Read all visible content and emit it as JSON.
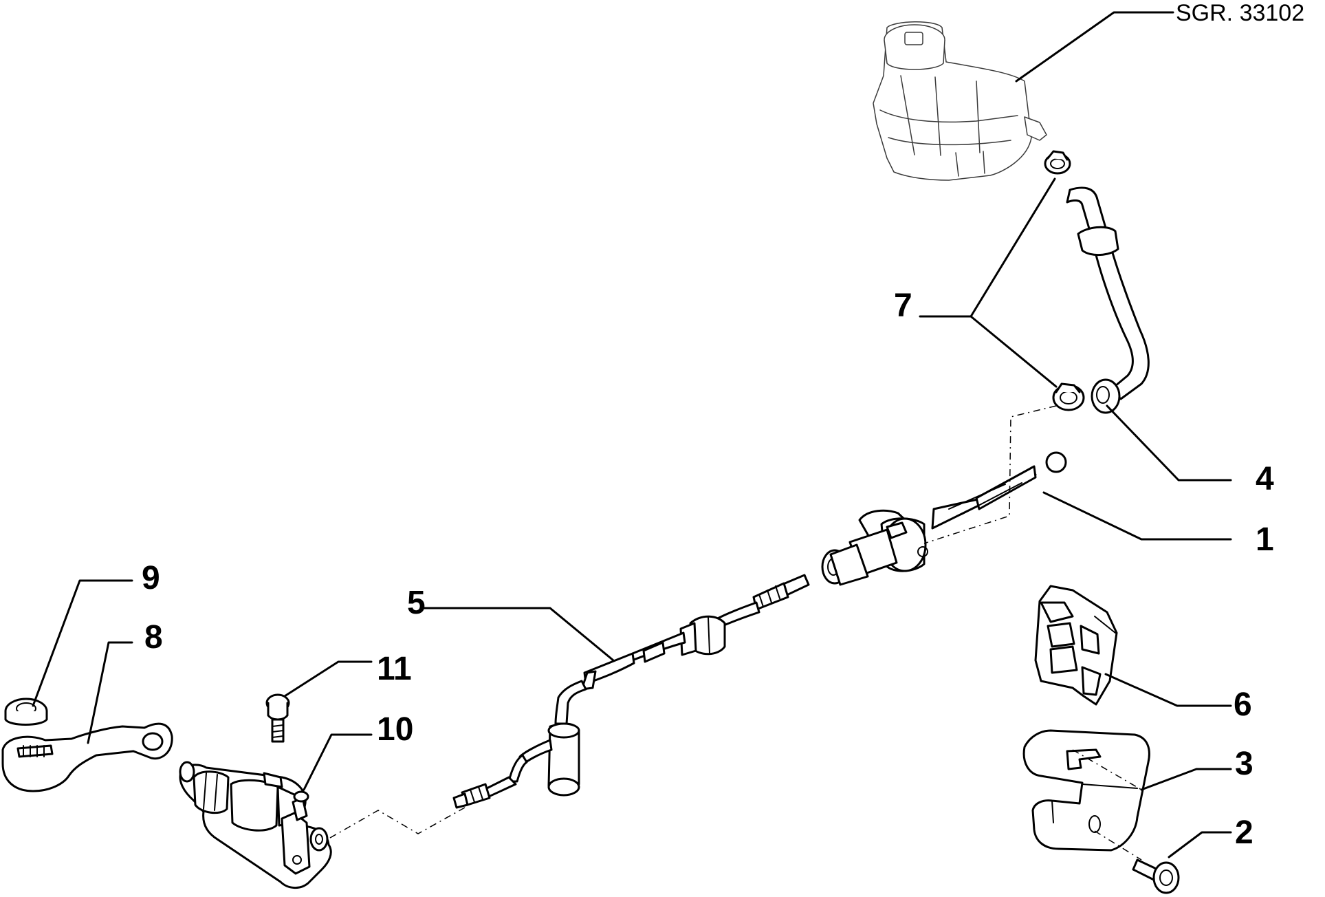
{
  "drawing": {
    "reference": "SGR. 33102"
  },
  "callouts": {
    "c1": "1",
    "c2": "2",
    "c3": "3",
    "c4": "4",
    "c5": "5",
    "c6": "6",
    "c7": "7",
    "c8": "8",
    "c9": "9",
    "c10": "10",
    "c11": "11"
  },
  "colors": {
    "line": "#000000",
    "background": "#ffffff",
    "ghost_outline": "#3a3a3a"
  }
}
